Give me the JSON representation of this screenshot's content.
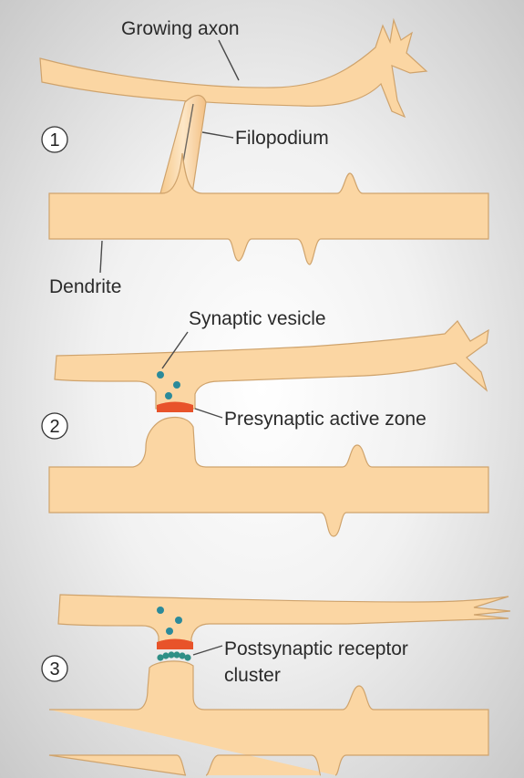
{
  "stages": [
    {
      "number": "1"
    },
    {
      "number": "2"
    },
    {
      "number": "3"
    }
  ],
  "labels": {
    "growing_axon": "Growing axon",
    "filopodium": "Filopodium",
    "dendrite": "Dendrite",
    "synaptic_vesicle": "Synaptic vesicle",
    "presynaptic_active_zone": "Presynaptic active zone",
    "postsynaptic_receptor_cluster_line1": "Postsynaptic receptor",
    "postsynaptic_receptor_cluster_line2": "cluster"
  },
  "colors": {
    "cell_fill": "#fbd6a3",
    "active_zone": "#e8532a",
    "vesicle": "#2b8a9a",
    "receptor": "#2f8f86"
  }
}
